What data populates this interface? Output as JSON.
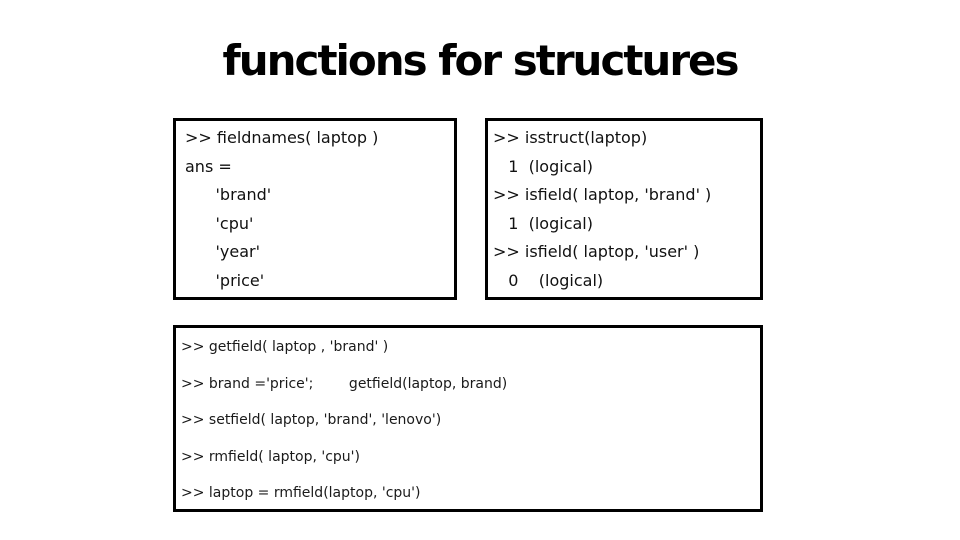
{
  "slide": {
    "title": "functions for structures",
    "background_color": "#ffffff",
    "text_color": "#000000",
    "box_border_color": "#000000"
  },
  "boxes": {
    "fieldnames": {
      "lines": [
        ">> fieldnames( laptop )",
        "ans =",
        "      'brand'",
        "      'cpu'",
        "      'year'",
        "      'price'"
      ]
    },
    "isstruct_isfield": {
      "lines": [
        ">> isstruct(laptop)",
        "   1  (logical)",
        ">> isfield( laptop, 'brand' )",
        "   1  (logical)",
        ">> isfield( laptop, 'user' )",
        "   0    (logical)"
      ]
    },
    "getfield_setfield_rmfield": {
      "lines": [
        ">> getfield( laptop , 'brand' )",
        ">> brand ='price';        getfield(laptop, brand)",
        ">> setfield( laptop, 'brand', 'lenovo')",
        ">> rmfield( laptop, 'cpu')",
        ">> laptop = rmfield(laptop, 'cpu')"
      ]
    }
  }
}
